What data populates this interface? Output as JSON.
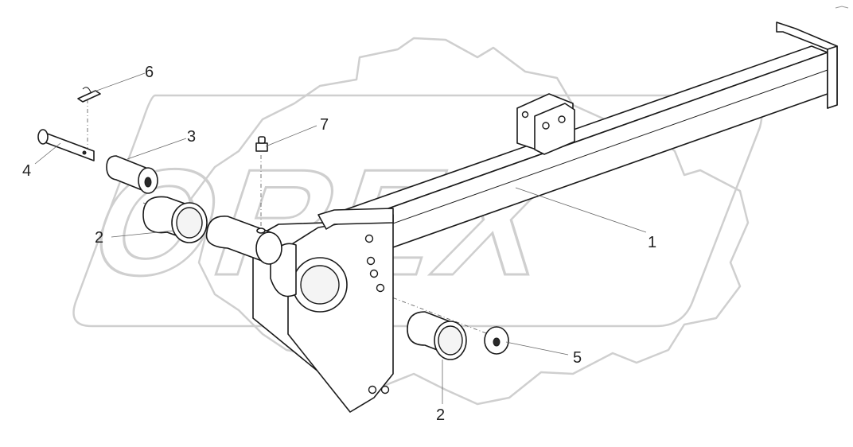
{
  "drawing": {
    "watermark_text": "OREX",
    "corner_mark": "",
    "callouts": [
      {
        "id": "callout-1",
        "label": "1"
      },
      {
        "id": "callout-2a",
        "label": "2"
      },
      {
        "id": "callout-2b",
        "label": "2"
      },
      {
        "id": "callout-3",
        "label": "3"
      },
      {
        "id": "callout-4",
        "label": "4"
      },
      {
        "id": "callout-5",
        "label": "5"
      },
      {
        "id": "callout-6",
        "label": "6"
      },
      {
        "id": "callout-7",
        "label": "7"
      }
    ]
  },
  "colors": {
    "line": "#1a1a1a",
    "watermark": "#cfcfcf",
    "background": "#ffffff"
  }
}
